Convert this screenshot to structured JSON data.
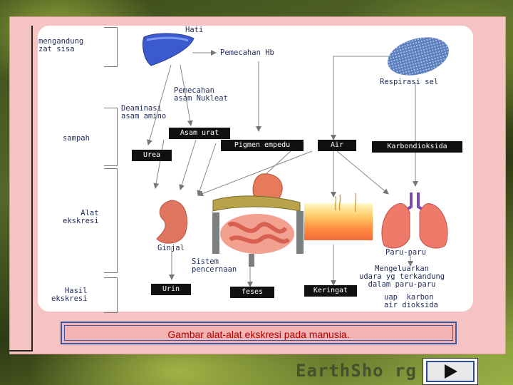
{
  "labels": {
    "mengandung": "mengandung\nzat sisa",
    "hati": "Hati",
    "pemecahan_hb": "Pemecahan Hb",
    "respirasi_sel": "Respirasi sel",
    "pemecahan_asam": "Pemecahan\nasam Nukleat",
    "deaminasi": "Deaminasi\nasam amino",
    "sampah": "sampah",
    "alat_ekskresi": "Alat\nekskresi",
    "ginjal": "Ginjal",
    "sistem_pencernaan": "Sistem\npencernaan",
    "paru_paru": "Paru-paru",
    "mengeluarkan": "Mengeluarkan\nudara yg terkandung\ndalam paru-paru",
    "hasil_ekskresi": "Hasil\nekskresi",
    "uap": "uap  karbon\nair dioksida"
  },
  "boxes": {
    "asam_urat": "Asam urat",
    "urea": "Urea",
    "pigmen": "Pigmen empedu",
    "air": "Air",
    "karbondioksida": "Karbondioksida",
    "urin": "Urin",
    "feses": "feses",
    "keringat": "Keringat"
  },
  "caption": "Gambar alat-alat ekskresi pada manusia.",
  "watermark": "EarthSho    rg",
  "icons": [
    "liver-icon",
    "cell-icon",
    "kidney-icon",
    "digestive-system-icon",
    "skin-icon",
    "lungs-icon",
    "play-icon"
  ],
  "colors": {
    "caption_text": "#b00000",
    "frame": "#f6c3c3",
    "caption_border": "#3a5aa8"
  }
}
